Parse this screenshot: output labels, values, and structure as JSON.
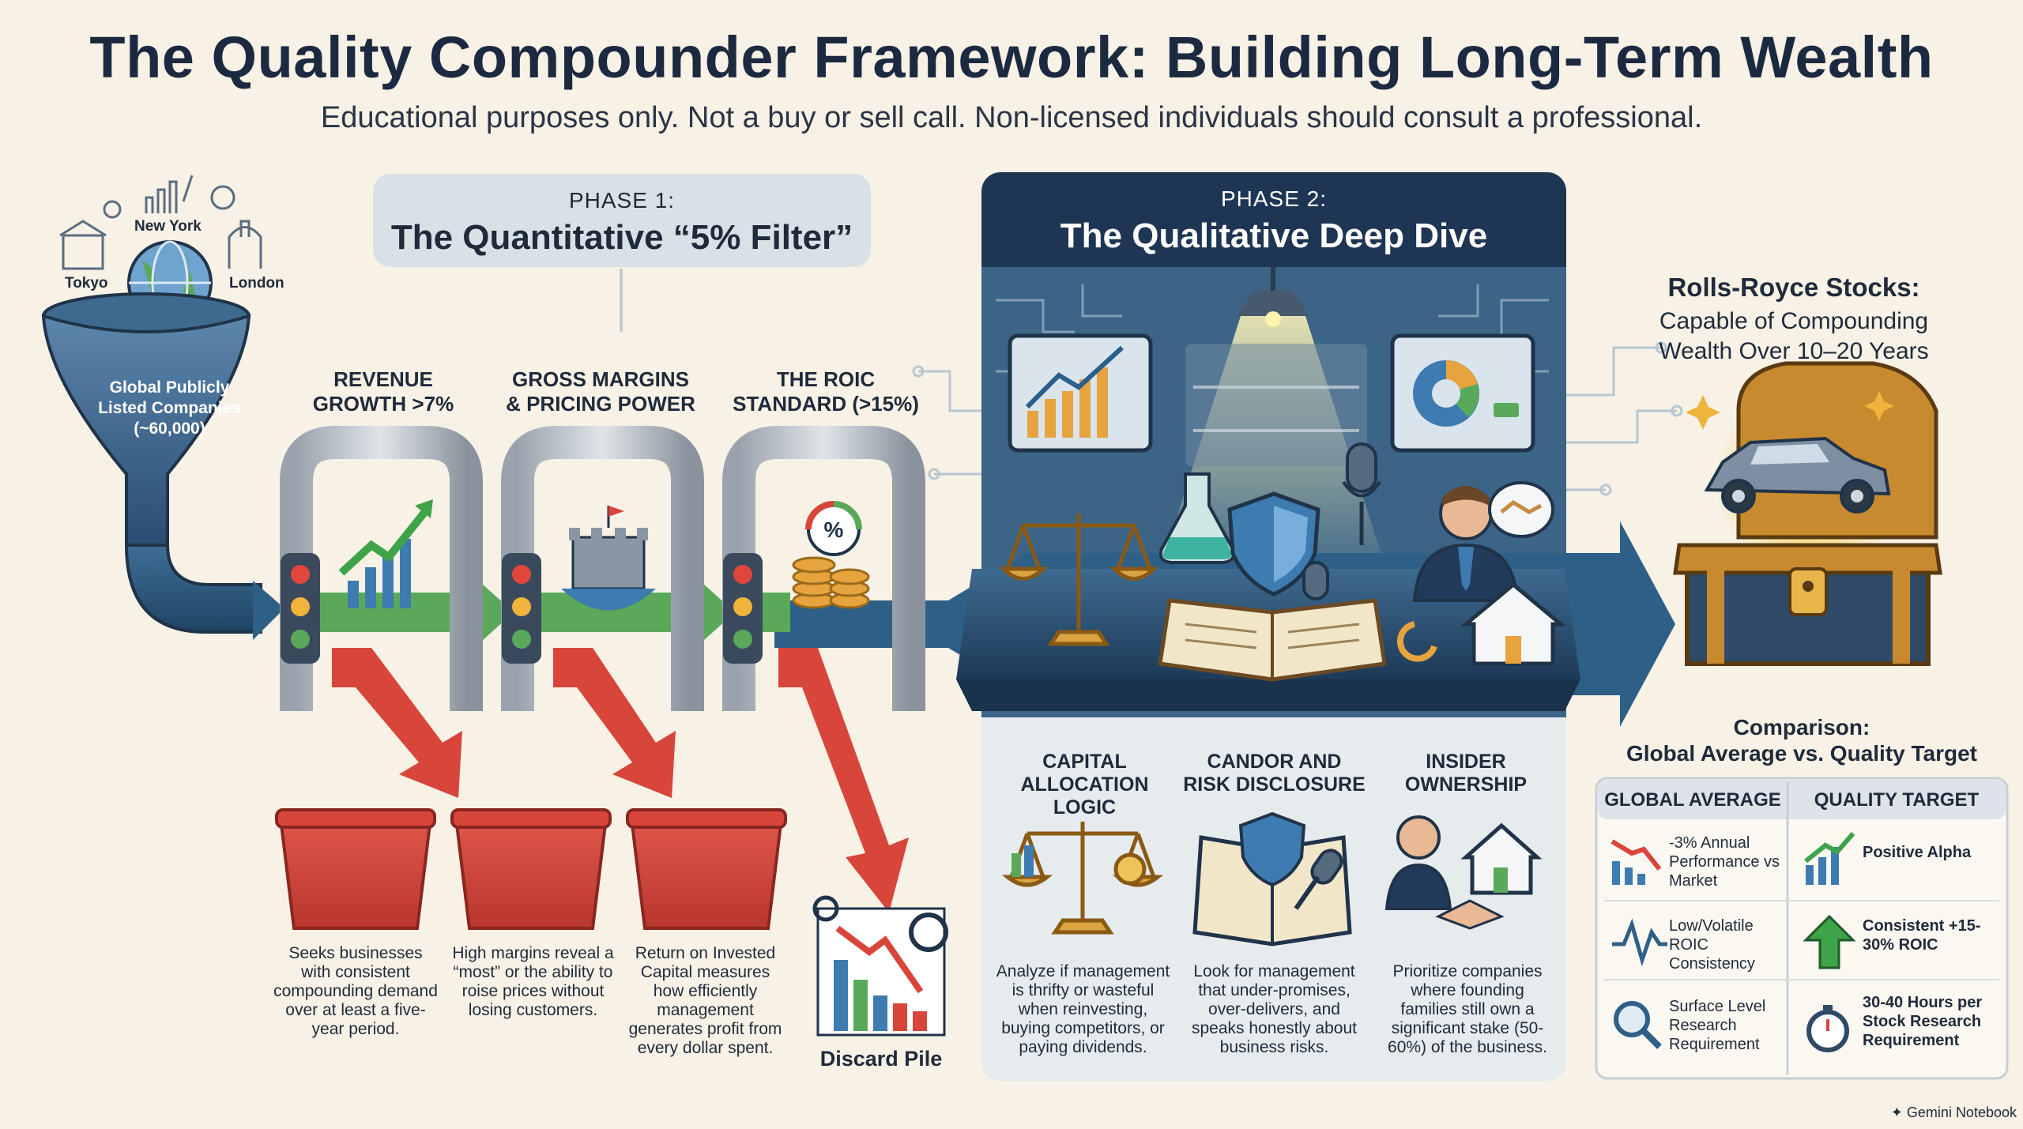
{
  "title": "The Quality Compounder Framework: Building Long-Term Wealth",
  "subtitle": "Educational purposes only. Not a buy or sell call. Non-licensed individuals should consult a professional.",
  "funnel": {
    "label": "Global Publicly Listed Companies (~60,000)",
    "cities": [
      "New York",
      "Tokyo",
      "London"
    ]
  },
  "phase1": {
    "small": "PHASE 1:",
    "big": "The Quantitative “5% Filter”"
  },
  "phase2": {
    "small": "PHASE 2:",
    "big": "The Qualitative Deep Dive"
  },
  "gates": [
    {
      "label": "REVENUE GROWTH >7%",
      "desc": "Seeks businesses with consistent compounding demand over at least a five-year period."
    },
    {
      "label": "GROSS MARGINS & PRICING POWER",
      "desc": "High margins reveal a “most” or the ability to roise prices without losing customers."
    },
    {
      "label": "THE ROIC STANDARD (>15%)",
      "desc": "Return on Invested Capital measures how efficiently management generates profit from every dollar spent."
    }
  ],
  "discard": "Discard Pile",
  "qualitative": [
    {
      "label": "CAPITAL ALLOCATION LOGIC",
      "desc": "Analyze if management is thrifty or wasteful when reinvesting, buying competitors, or paying dividends."
    },
    {
      "label": "CANDOR AND RISK DISCLOSURE",
      "desc": "Look for management that under-promises, over-delivers, and speaks honestly about business risks."
    },
    {
      "label": "INSIDER OWNERSHIP",
      "desc": "Prioritize companies where founding families still own a significant stake (50-60%) of the business."
    }
  ],
  "rolls": {
    "title": "Rolls-Royce Stocks:",
    "sub": "Capable of Compounding Wealth Over 10–20 Years"
  },
  "comparison": {
    "title": "Comparison:",
    "subtitle": "Global Average vs. Quality Target",
    "col1": "GLOBAL AVERAGE",
    "col2": "QUALITY TARGET",
    "rows": [
      {
        "left": "-3% Annual Performance vs Market",
        "right": "Positive Alpha"
      },
      {
        "left": "Low/Volatile ROIC Consistency",
        "right": "Consistent +15-30% ROIC"
      },
      {
        "left": "Surface Level Research Requirement",
        "right": "30-40 Hours per Stock Research Requirement"
      }
    ]
  },
  "credit": "Gemini Notebook",
  "colors": {
    "navy": "#1e3553",
    "green": "#5aa85a",
    "red": "#d8453b",
    "teal": "#2e5f86"
  }
}
